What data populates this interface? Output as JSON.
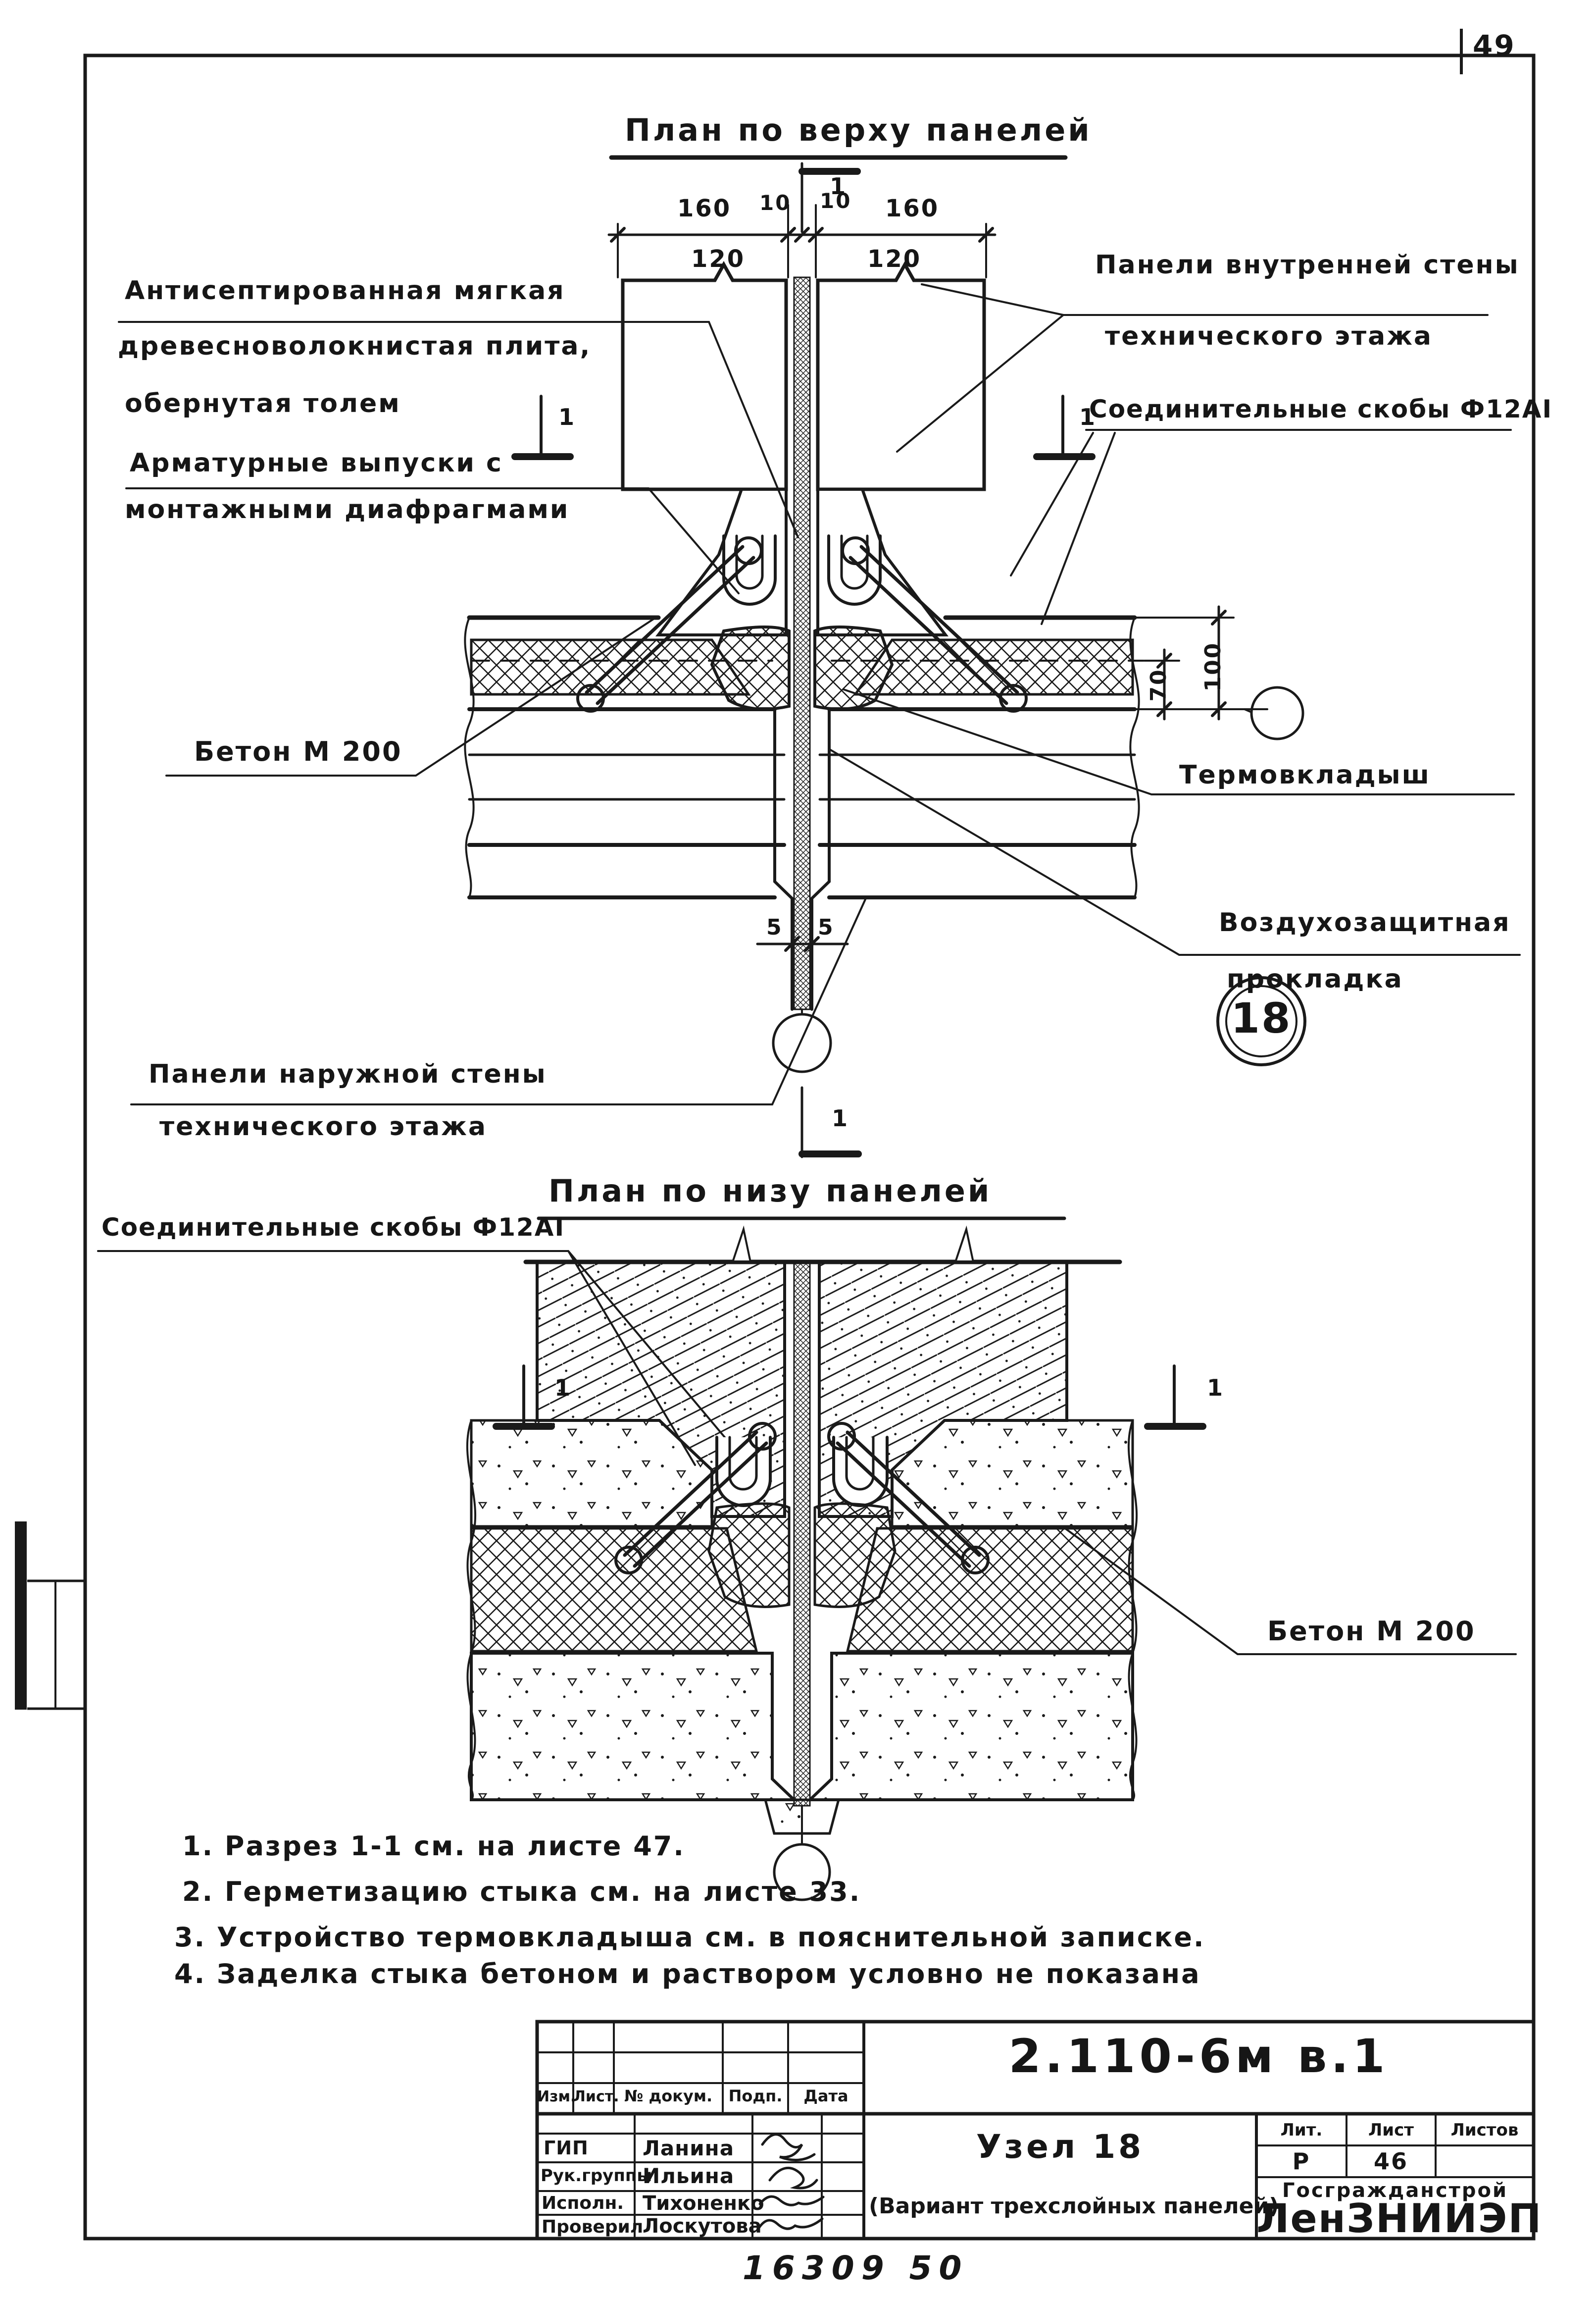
{
  "colors": {
    "ink": "#1a1a1a",
    "paper": "#ffffff"
  },
  "sheet": {
    "corner_page_number": "49",
    "print_code": "16309  50"
  },
  "top_view": {
    "title": "План по верху панелей",
    "dim_160_left": "160",
    "dim_10_left": "10",
    "dim_10_right": "10",
    "dim_160_right": "160",
    "dim_120_left": "120",
    "dim_120_right": "120",
    "dim_70": "70",
    "dim_100": "100",
    "dim_5_left": "5",
    "dim_5_right": "5",
    "section_mark": "1",
    "label_board_line1": "Антисептированная мягкая",
    "label_board_line2": "древесноволокнистая плита,",
    "label_board_line3": "обернутая толем",
    "label_rebar_line1": "Арматурные выпуски с",
    "label_rebar_line2": "монтажными диафрагмами",
    "label_concrete": "Бетон М 200",
    "label_outer_line1": "Панели наружной стены",
    "label_outer_line2": "технического этажа",
    "label_inner_line1": "Панели внутренней стены",
    "label_inner_line2": "технического этажа",
    "label_brackets": "Соединительные скобы Ф12АI",
    "label_thermo": "Термовкладыш",
    "label_air_line1": "Воздухозащитная",
    "label_air_line2": "прокладка",
    "node_number": "18"
  },
  "bottom_view": {
    "title": "План по низу панелей",
    "label_brackets": "Соединительные скобы Ф12АI",
    "label_concrete": "Бетон М 200",
    "section_mark": "1"
  },
  "notes": [
    "1. Разрез  1-1  см.  на листе 47.",
    "2. Герметизацию  стыка   см. на листе 33.",
    "3. Устройство   термовкладыша   см. в пояснительной   записке.",
    "4. Заделка  стыка  бетоном  и раствором   условно  не показана"
  ],
  "title_block": {
    "doc_number": "2.110-6м в.1",
    "col_izm": "Изм.",
    "col_list": "Лист.",
    "col_doc": "№ докум.",
    "col_podp": "Подп.",
    "col_data": "Дата",
    "row1_role": "ГИП",
    "row1_name": "Ланина",
    "row2_role": "Рук.группы",
    "row2_name": "Ильина",
    "row3_role": "Исполн.",
    "row3_name": "Тихоненко",
    "row4_role": "Проверил",
    "row4_name": "Лоскутова",
    "node_title": "Узел 18",
    "node_subtitle": "(Вариант трехслойных панелей)",
    "lit_label": "Лит.",
    "sheet_label": "Лист",
    "sheets_label": "Листов",
    "lit_value": "Р",
    "sheet_value": "46",
    "org_line1": "Госгражданстрой",
    "org_line2": "ЛенЗНИИЭП"
  }
}
